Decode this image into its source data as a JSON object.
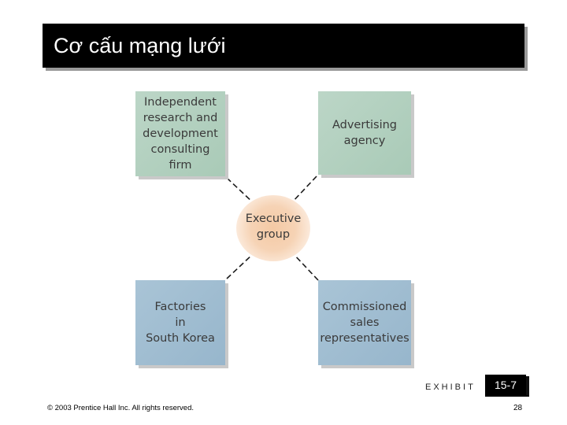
{
  "slide": {
    "title": "Cơ cấu mạng lưới",
    "copyright": "© 2003 Prentice Hall Inc. All rights reserved.",
    "page_number": "28"
  },
  "exhibit": {
    "label": "EXHIBIT",
    "number": "15-7"
  },
  "diagram": {
    "center": "Executive\ngroup",
    "nodes": [
      {
        "id": "research",
        "label": "Independent\nresearch and\ndevelopment\nconsulting\nfirm",
        "color": "#b3d0bf"
      },
      {
        "id": "advertising",
        "label": "Advertising\nagency",
        "color": "#b3d0bf"
      },
      {
        "id": "factories",
        "label": "Factories\nin\nSouth Korea",
        "color": "#a0bdd1"
      },
      {
        "id": "sales",
        "label": "Commissioned\nsales\nrepresentatives",
        "color": "#a0bdd1"
      }
    ],
    "edges": [
      {
        "from": "executive",
        "to": "research",
        "style": "dashed"
      },
      {
        "from": "executive",
        "to": "advertising",
        "style": "dashed"
      },
      {
        "from": "executive",
        "to": "factories",
        "style": "dashed"
      },
      {
        "from": "executive",
        "to": "sales",
        "style": "dashed"
      }
    ]
  }
}
